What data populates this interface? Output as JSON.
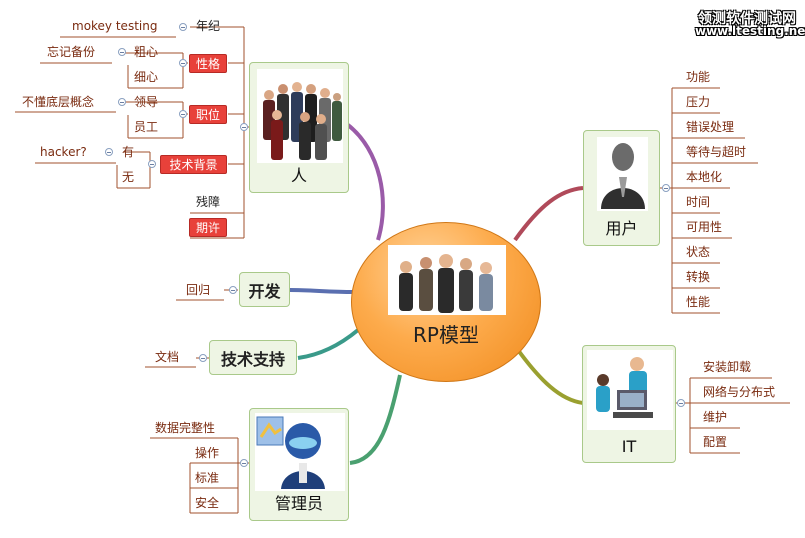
{
  "watermark": {
    "line1": "领测软件测试网",
    "line2": "www.ltesting.net"
  },
  "center": {
    "title": "RP模型"
  },
  "people": {
    "title": "人",
    "nianji": {
      "label": "年纪",
      "note": "mokey testing"
    },
    "xingge": {
      "label": "性格",
      "items": [
        "粗心",
        "细心"
      ],
      "note": "忘记备份"
    },
    "zhiwei": {
      "label": "职位",
      "items": [
        "领导",
        "员工"
      ],
      "note": "不懂底层概念"
    },
    "jishu": {
      "label": "技术背景",
      "items": [
        "有",
        "无"
      ],
      "note": "hacker?"
    },
    "canzhang": "残障",
    "qixu": "期许"
  },
  "dev": {
    "title": "开发",
    "items": [
      "回归"
    ]
  },
  "support": {
    "title": "技术支持",
    "items": [
      "文档"
    ]
  },
  "admin": {
    "title": "管理员",
    "items": [
      "数据完整性",
      "操作",
      "标准",
      "安全"
    ]
  },
  "user": {
    "title": "用户",
    "items": [
      "功能",
      "压力",
      "错误处理",
      "等待与超时",
      "本地化",
      "时间",
      "可用性",
      "状态",
      "转换",
      "性能"
    ]
  },
  "it": {
    "title": "IT",
    "items": [
      "安装卸载",
      "网络与分布式",
      "维护",
      "配置"
    ]
  },
  "colors": {
    "people": "#9a5ba8",
    "user": "#b04a5a",
    "dev": "#5a6fb0",
    "support": "#3a9a8a",
    "admin": "#4aa070",
    "it": "#9aa030",
    "leafLine": "#a0522d"
  }
}
